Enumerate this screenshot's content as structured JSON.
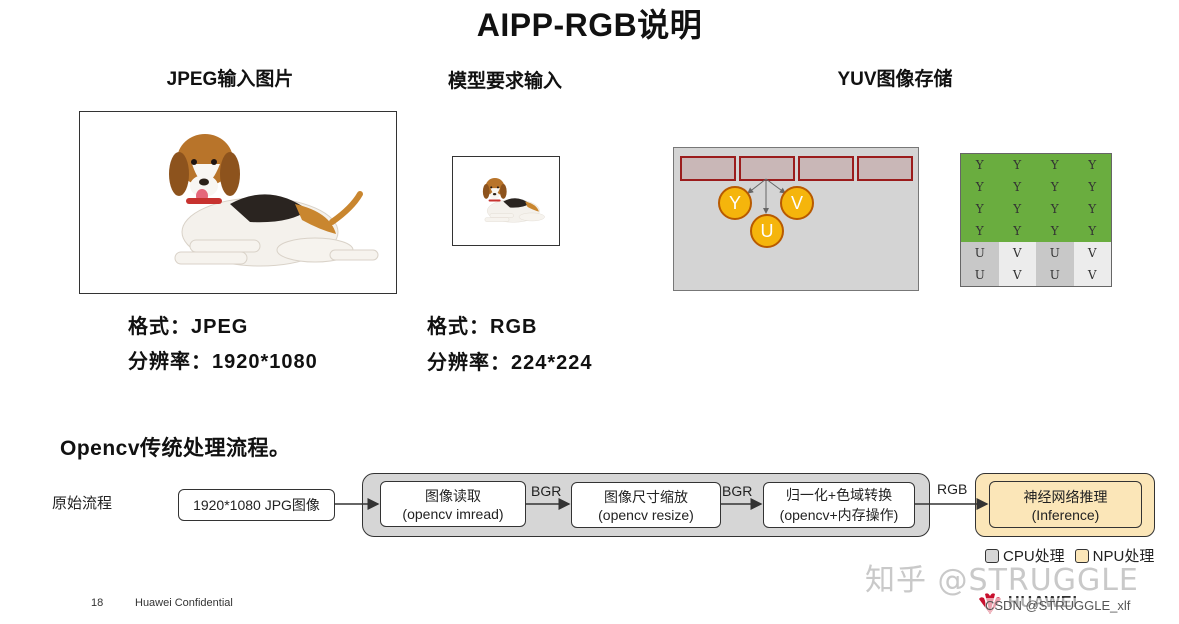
{
  "title": "AIPP-RGB说明",
  "columns": {
    "jpeg": {
      "heading": "JPEG输入图片",
      "format": "格式：JPEG",
      "resolution": "分辨率：1920*1080"
    },
    "model": {
      "heading": "模型要求输入",
      "format": "格式：RGB",
      "resolution": "分辨率：224*224"
    },
    "yuv": {
      "heading": "YUV图像存储",
      "circles": [
        "Y",
        "V",
        "U"
      ],
      "grid": [
        [
          "Y",
          "Y",
          "Y",
          "Y"
        ],
        [
          "Y",
          "Y",
          "Y",
          "Y"
        ],
        [
          "Y",
          "Y",
          "Y",
          "Y"
        ],
        [
          "Y",
          "Y",
          "Y",
          "Y"
        ],
        [
          "U",
          "V",
          "U",
          "V"
        ],
        [
          "U",
          "V",
          "U",
          "V"
        ]
      ],
      "grid_colors": {
        "Y": "#6aad3f",
        "U": "#c8c8c8",
        "V": "#ececec"
      }
    }
  },
  "section": "Opencv传统处理流程。",
  "flow": {
    "row_label": "原始流程",
    "input": "1920*1080 JPG图像",
    "steps": [
      {
        "line1": "图像读取",
        "line2": "(opencv imread)"
      },
      {
        "line1": "图像尺寸缩放",
        "line2": "(opencv resize)"
      },
      {
        "line1": "归一化+色域转换",
        "line2": "(opencv+内存操作)"
      }
    ],
    "edge_labels": [
      "BGR",
      "BGR",
      "RGB"
    ],
    "npu_step": {
      "line1": "神经网络推理",
      "line2": "(Inference)"
    }
  },
  "legend": {
    "cpu": "CPU处理",
    "npu": "NPU处理",
    "cpu_color": "#d6d6d6",
    "npu_color": "#fbe6b8"
  },
  "footer": {
    "page": "18",
    "text": "Huawei Confidential",
    "brand": "HUAWEI"
  },
  "watermark": {
    "main": "知乎 @STRUGGLE",
    "sub": "CSDN @STRUGGLE_xlf"
  }
}
